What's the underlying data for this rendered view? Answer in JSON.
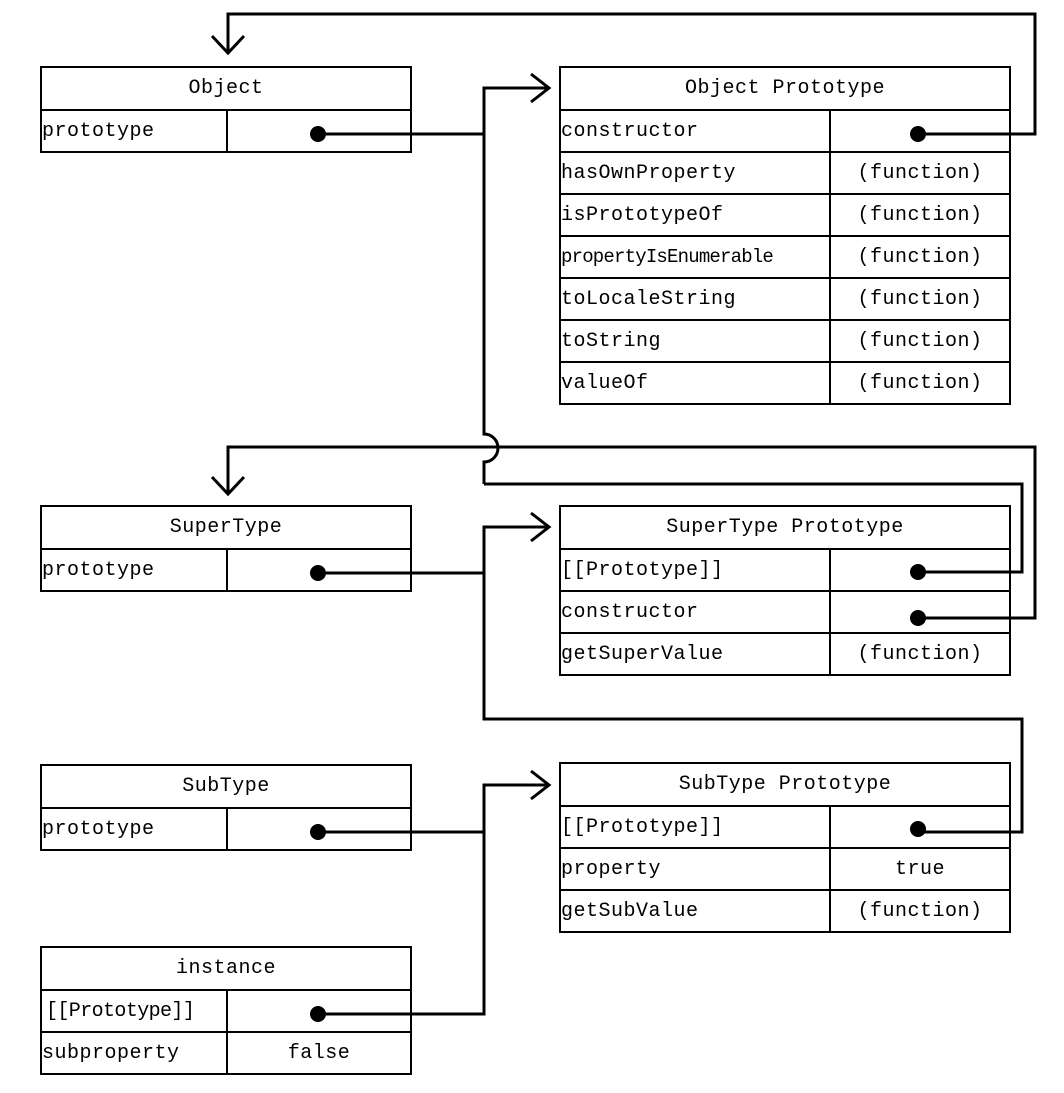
{
  "boxes": {
    "object": {
      "title": "Object",
      "rows": [
        {
          "key": "prototype",
          "value": ""
        }
      ]
    },
    "object_prototype": {
      "title": "Object Prototype",
      "rows": [
        {
          "key": "constructor",
          "value": ""
        },
        {
          "key": "hasOwnProperty",
          "value": "(function)"
        },
        {
          "key": "isPrototypeOf",
          "value": "(function)"
        },
        {
          "key": "propertyIsEnumerable",
          "value": "(function)"
        },
        {
          "key": "toLocaleString",
          "value": "(function)"
        },
        {
          "key": "toString",
          "value": "(function)"
        },
        {
          "key": "valueOf",
          "value": "(function)"
        }
      ]
    },
    "supertype": {
      "title": "SuperType",
      "rows": [
        {
          "key": "prototype",
          "value": ""
        }
      ]
    },
    "supertype_prototype": {
      "title": "SuperType Prototype",
      "rows": [
        {
          "key": "[[Prototype]]",
          "value": ""
        },
        {
          "key": "constructor",
          "value": ""
        },
        {
          "key": "getSuperValue",
          "value": "(function)"
        }
      ]
    },
    "subtype": {
      "title": "SubType",
      "rows": [
        {
          "key": "prototype",
          "value": ""
        }
      ]
    },
    "subtype_prototype": {
      "title": "SubType Prototype",
      "rows": [
        {
          "key": "[[Prototype]]",
          "value": ""
        },
        {
          "key": "property",
          "value": "true"
        },
        {
          "key": "getSubValue",
          "value": "(function)"
        }
      ]
    },
    "instance": {
      "title": "instance",
      "rows": [
        {
          "key": "[[Prototype]]",
          "value": ""
        },
        {
          "key": "subproperty",
          "value": "false"
        }
      ]
    }
  }
}
